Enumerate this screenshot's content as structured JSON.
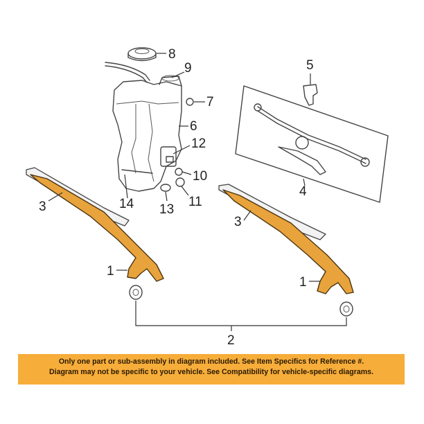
{
  "callouts": {
    "c1_left": "1",
    "c1_right": "1",
    "c2": "2",
    "c3_left": "3",
    "c3_right": "3",
    "c4": "4",
    "c5": "5",
    "c6": "6",
    "c7": "7",
    "c8": "8",
    "c9": "9",
    "c10": "10",
    "c11": "11",
    "c12": "12",
    "c13": "13",
    "c14": "14"
  },
  "disclaimer": {
    "line1": "Only one part or sub-assembly in diagram included. See Item Specifics for Reference #.",
    "line2": "Diagram may not be specific to your vehicle. See Compatibility for vehicle-specific diagrams."
  },
  "colors": {
    "highlight_part": "#e8a33c",
    "banner": "#f7ad3a"
  }
}
